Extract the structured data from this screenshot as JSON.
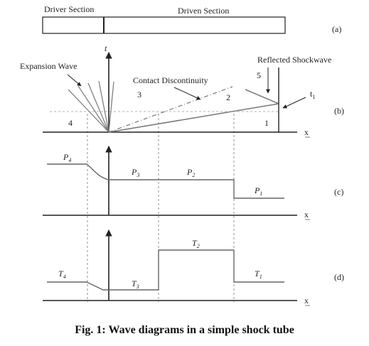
{
  "tube": {
    "driver_label": "Driver Section",
    "driven_label": "Driven Section",
    "panel_label": "(a)"
  },
  "xt_diagram": {
    "panel_label": "(b)",
    "t_axis_label": "t",
    "x_axis_label": "x",
    "expansion_wave_label": "Expansion Wave",
    "contact_discontinuity_label": "Contact Discontinuity",
    "reflected_shockwave_label": "Reflected Shockwave",
    "t1_label": "t",
    "t1_sub": "1",
    "region_labels": [
      "4",
      "3",
      "2",
      "1",
      "5"
    ]
  },
  "pressure": {
    "panel_label": "(c)",
    "x_axis_label": "x",
    "labels": [
      {
        "main": "P",
        "sub": "4"
      },
      {
        "main": "P",
        "sub": "3"
      },
      {
        "main": "P",
        "sub": "2"
      },
      {
        "main": "P",
        "sub": "1"
      }
    ]
  },
  "temperature": {
    "panel_label": "(d)",
    "x_axis_label": "x",
    "labels": [
      {
        "main": "T",
        "sub": "4"
      },
      {
        "main": "T",
        "sub": "3"
      },
      {
        "main": "T",
        "sub": "2"
      },
      {
        "main": "T",
        "sub": "1"
      }
    ]
  },
  "caption": "Fig. 1: Wave diagrams in a simple shock tube"
}
